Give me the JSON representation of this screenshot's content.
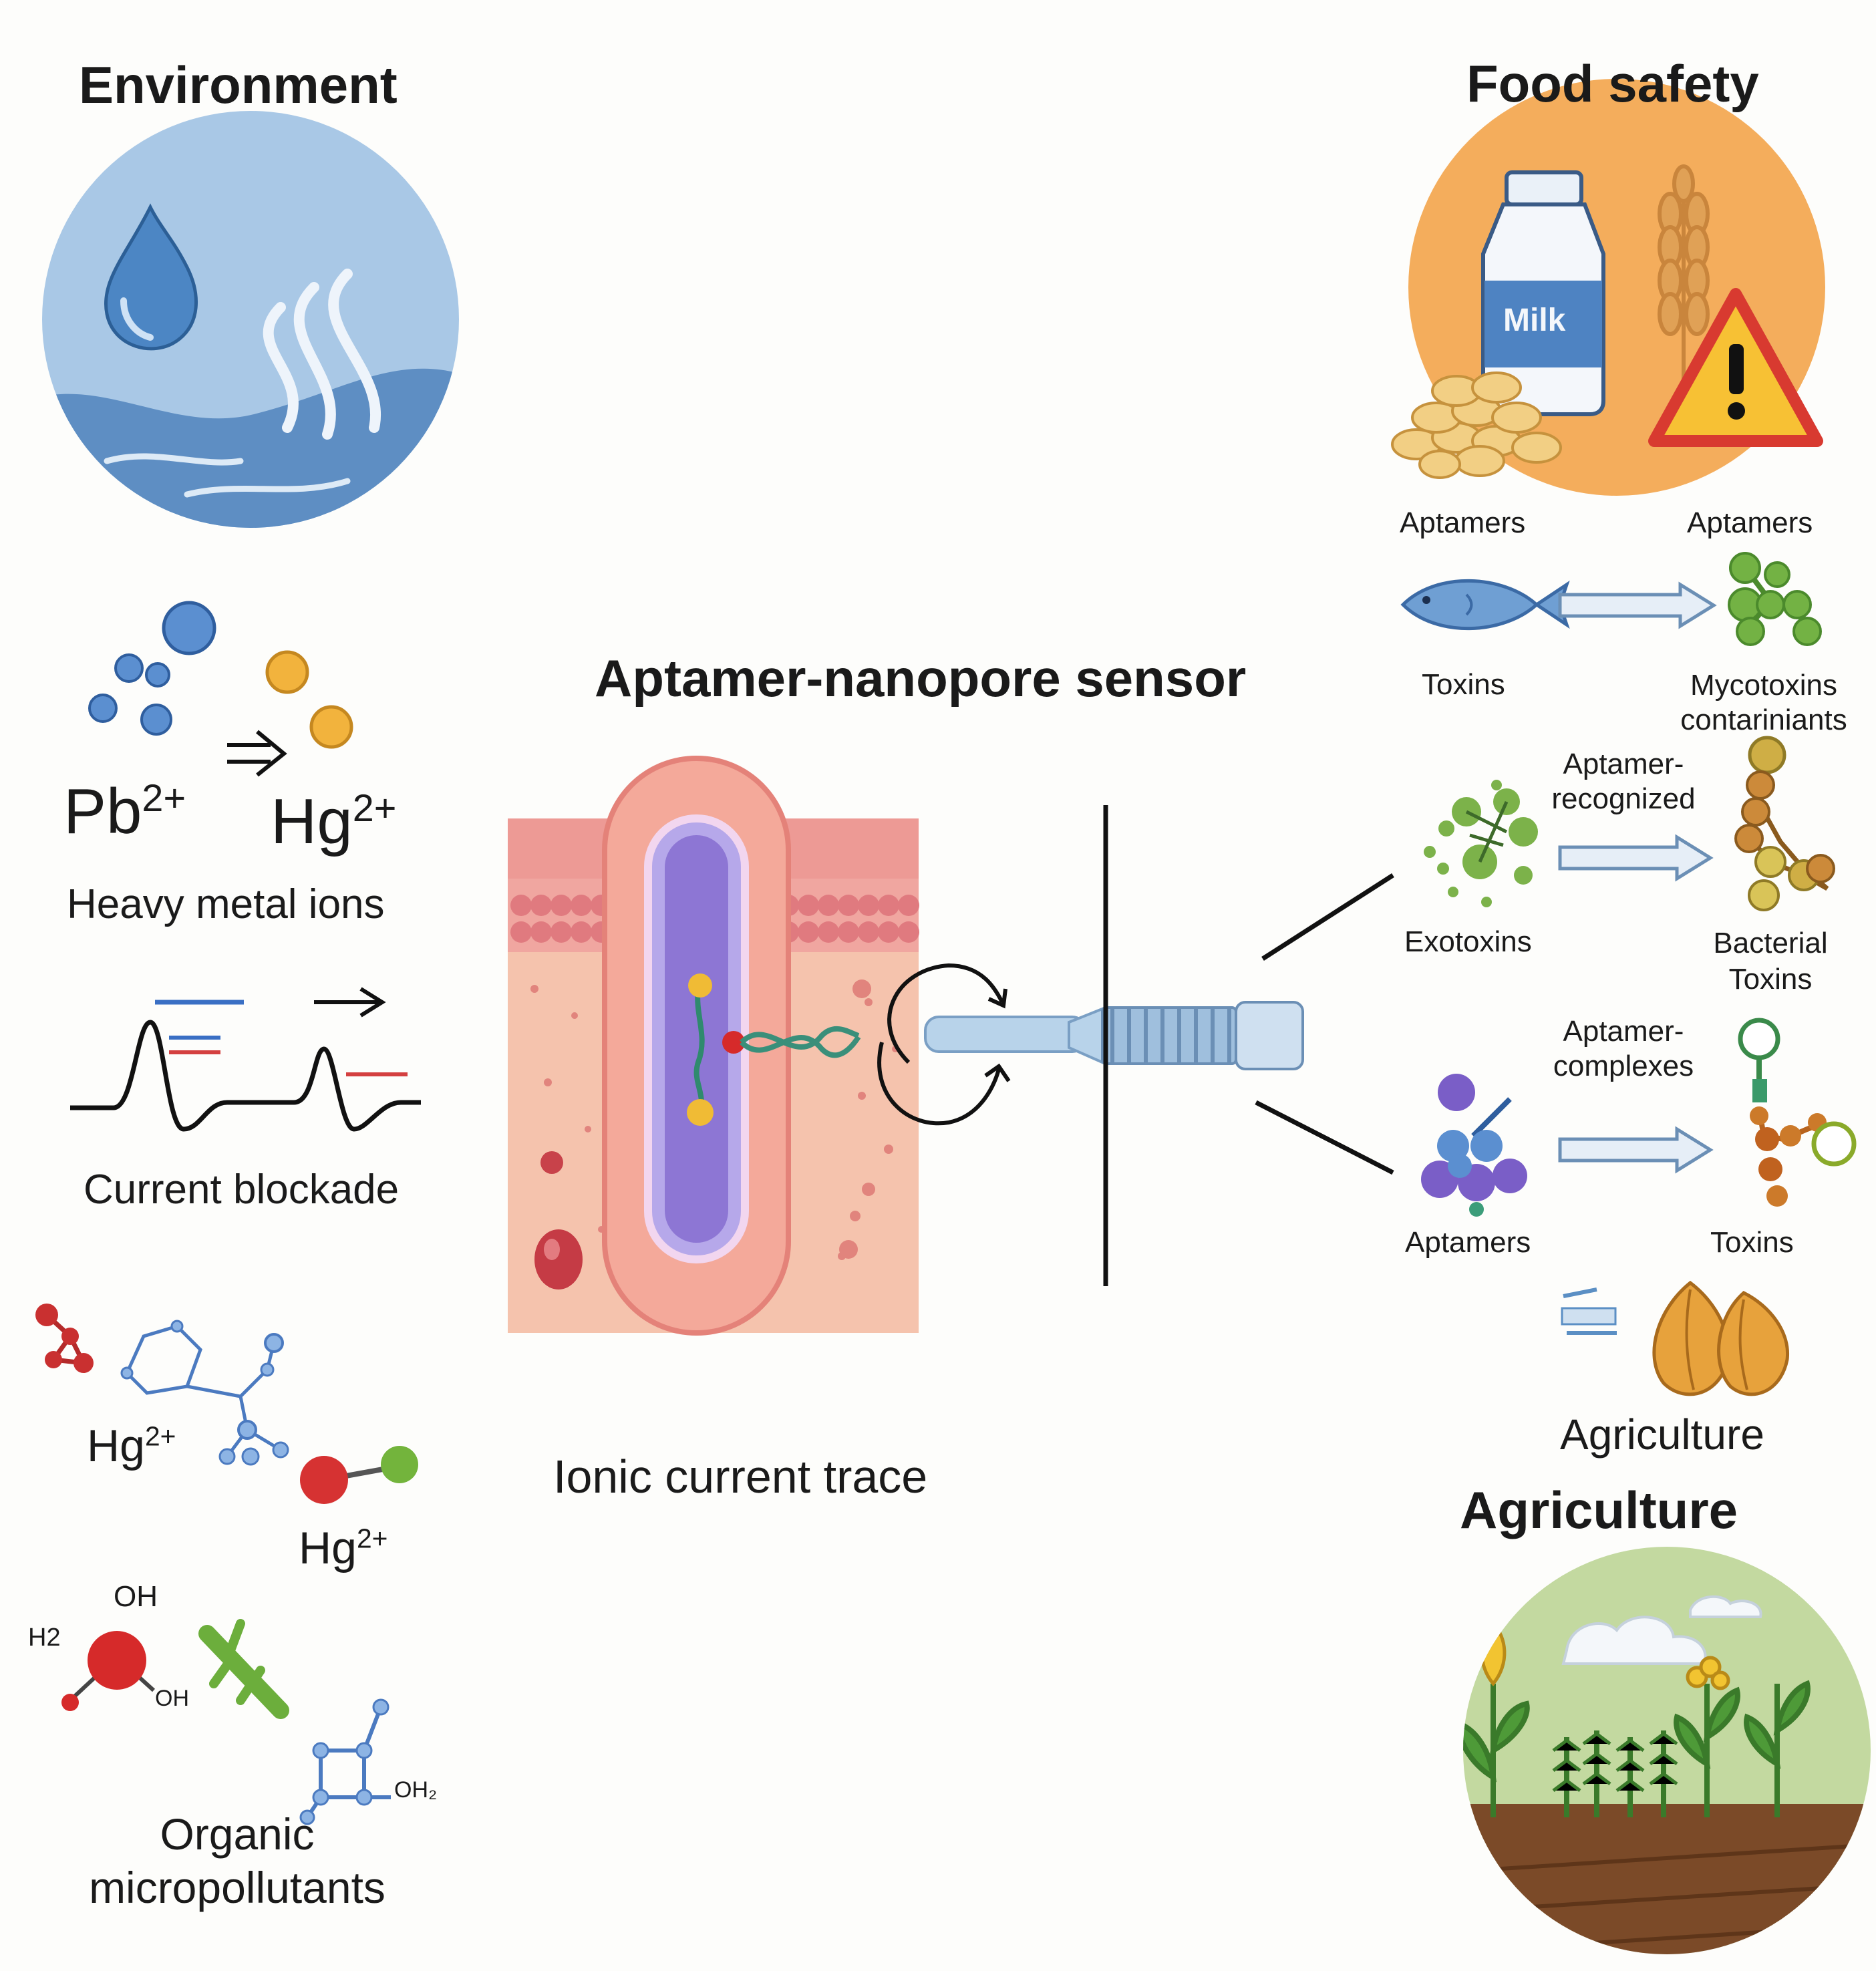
{
  "environment": {
    "title": "Environment",
    "ion1": "Pb2+",
    "ion2": "Hg2+",
    "ions_label": "Heavy metal ions",
    "blockade_label": "Current blockade",
    "hg_label_1": "Hg2+",
    "hg_label_2": "Hg2+",
    "oh_label": "OH",
    "h2_label": "H2",
    "oh2_label": "OH₂",
    "oh_minus_label": "OH",
    "organic_label_1": "Organic",
    "organic_label_2": "micropollutants"
  },
  "center": {
    "title": "Aptamer-nanopore sensor",
    "trace_label": "Ionic current trace"
  },
  "food_safety": {
    "title": "Food safety",
    "milk_label": "Milk",
    "row1_left_top": "Aptamers",
    "row1_right_top": "Aptamers",
    "row1_left_bottom": "Toxins",
    "row1_right_bottom_1": "Mycotoxins",
    "row1_right_bottom_2": "contariniants",
    "row2_arrow_top_1": "Aptamer-",
    "row2_arrow_top_2": "recognized",
    "row2_left_bottom": "Exotoxins",
    "row2_right_bottom_1": "Bacterial",
    "row2_right_bottom_2": "Toxins",
    "row3_arrow_top_1": "Aptamer-",
    "row3_arrow_top_2": "complexes",
    "row3_left_bottom": "Aptamers",
    "row3_right_bottom": "Toxins",
    "agri_small_label": "Agriculture"
  },
  "agriculture": {
    "title": "Agriculture"
  },
  "colors": {
    "water_blue": "#9cbfe0",
    "food_orange": "#f4ad5c",
    "membrane_pink": "#f6b9a6",
    "pore_purple": "#8f7fd2",
    "alert_red": "#d83a30",
    "field_green": "#b9d08e"
  }
}
